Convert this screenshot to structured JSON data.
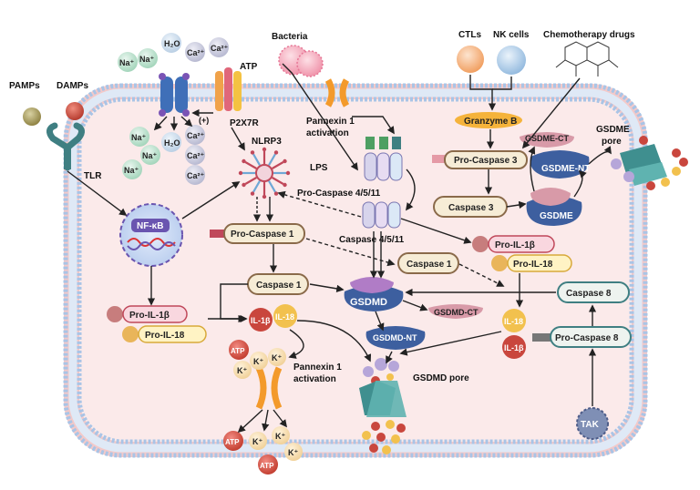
{
  "outside": {
    "pamps": "PAMPs",
    "damps": "DAMPs",
    "bacteria": "Bacteria",
    "ctls": "CTLs",
    "nk_cells": "NK cells",
    "chemo": "Chemotherapy drugs",
    "atp": "ATP",
    "h2o": "H₂O",
    "na": "Na⁺",
    "ca": "Ca²⁺",
    "k": "K⁺"
  },
  "labels": {
    "tlr": "TLR",
    "p2x7r": "P2X7R",
    "plus": "(+)",
    "nlrp3": "NLRP3",
    "pannexin_top": [
      "Pannexin 1",
      "activation"
    ],
    "pannexin_bottom": [
      "Pannexin 1",
      "activation"
    ],
    "lps": "LPS",
    "pro_caspase_4511": "Pro-Caspase 4/5/11",
    "caspase_4511": "Caspase 4/5/11",
    "nfkb": "NF-κB",
    "gsdme_ct": "GSDME-CT",
    "gsdme_pore": [
      "GSDME",
      "pore"
    ],
    "gsdmd_ct": "GSDMD-CT",
    "gsdmd_nt": "GSDMD-NT",
    "gsdmd_pore": "GSDMD pore",
    "il1b": "IL-1β",
    "il18": "IL-18"
  },
  "pills": {
    "granzyme_b": "Granzyme B",
    "pro_caspase3": "Pro-Caspase 3",
    "caspase3": "Caspase 3",
    "gsdme": "GSDME",
    "gsdme_nt": "GSDME-NT",
    "pro_caspase1": "Pro-Caspase 1",
    "caspase1": "Caspase 1",
    "caspase1_b": "Caspase 1",
    "gsdmd": "GSDMD",
    "pro_il1b_left": "Pro-IL-1β",
    "pro_il18_left": "Pro-IL-18",
    "pro_il1b_right": "Pro-IL-1β",
    "pro_il18_right": "Pro-IL-18",
    "caspase8": "Caspase 8",
    "pro_caspase8": "Pro-Caspase 8",
    "tak": "TAK"
  },
  "colors": {
    "cell_fill": "#fbeaea",
    "membrane_head": "#a9c4e6",
    "membrane_edge": "#7e9fcf",
    "pill_fill": "#f6ecd6",
    "pill_edge": "#8a6a4a",
    "granzyme": "#f5b33b",
    "teal": "#3f7f82",
    "gsdmd_blue": "#3d5f9f",
    "gsdm_pink": "#d89aa8",
    "il1b_red": "#c9463d",
    "il18_yellow": "#f2c14e",
    "pro_il_pink": "#f9d7df",
    "pro_il_yellow": "#fff3c4",
    "arrow": "#222222"
  }
}
